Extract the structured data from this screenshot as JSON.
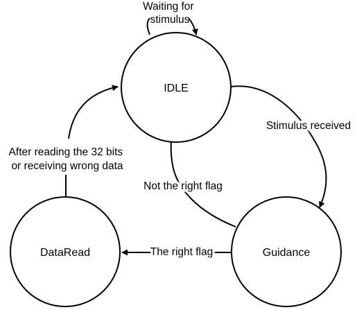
{
  "diagram": {
    "stroke_color": "#000000",
    "background": "#ffffff",
    "nodes": {
      "idle": {
        "label": "IDLE"
      },
      "dataread": {
        "label": "DataRead"
      },
      "guidance": {
        "label": "Guidance"
      }
    },
    "edges": {
      "idle_self": {
        "from": "IDLE",
        "to": "IDLE",
        "label_lines": [
          "Waiting for",
          "stimulus"
        ]
      },
      "idle_to_guidance": {
        "from": "IDLE",
        "to": "Guidance",
        "label": "Stimulus received"
      },
      "guidance_to_idle": {
        "from": "Guidance",
        "to": "IDLE",
        "label": "Not the right flag"
      },
      "guidance_to_dataread": {
        "from": "Guidance",
        "to": "DataRead",
        "label": "The right flag"
      },
      "dataread_to_idle": {
        "from": "DataRead",
        "to": "IDLE",
        "label_lines": [
          "After reading the 32 bits",
          "or receiving wrong data"
        ]
      }
    }
  }
}
